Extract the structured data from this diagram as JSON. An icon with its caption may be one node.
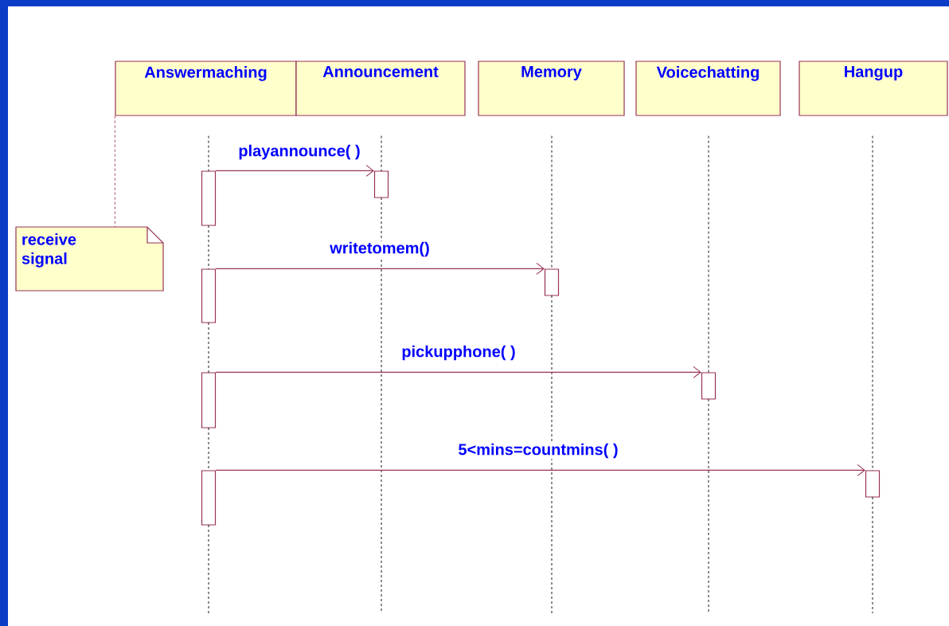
{
  "diagram": {
    "nodes": [
      {
        "text": [
          "Answermaching"
        ]
      },
      {
        "text": [
          "Announcement"
        ]
      },
      {
        "text": [
          "Memory"
        ]
      },
      {
        "text": [
          "Voicechatting"
        ]
      },
      {
        "text": [
          "Hangup"
        ]
      },
      {
        "text": [
          "receive signal"
        ]
      },
      {
        "text": [],
        "shape": "bar"
      },
      {
        "text": [],
        "shape": "bar"
      },
      {
        "text": [],
        "shape": "bar"
      },
      {
        "text": [],
        "shape": "bar"
      },
      {
        "text": [],
        "shape": "bar"
      },
      {
        "text": [],
        "shape": "bar"
      },
      {
        "text": [],
        "shape": "bar"
      },
      {
        "text": [],
        "shape": "bar"
      }
    ],
    "edges": [
      {
        "from": 0,
        "to": null,
        "arrow": "none",
        "style": "dashed",
        "color": "#000000"
      },
      {
        "from": 1,
        "to": null,
        "arrow": "none",
        "style": "dashed",
        "color": "#000000"
      },
      {
        "from": 2,
        "to": null,
        "arrow": "none",
        "style": "dashed",
        "color": "#000000"
      },
      {
        "from": 3,
        "to": null,
        "arrow": "none",
        "style": "dashed",
        "color": "#000000"
      },
      {
        "from": 4,
        "to": null,
        "arrow": "none",
        "style": "dashed",
        "color": "#000000"
      },
      {
        "from": 0,
        "to": 5,
        "arrow": "none",
        "style": "dashed",
        "color": "#993355"
      },
      {
        "from": 6,
        "to": 7,
        "arrow": "to",
        "label": "playannounce( )",
        "color": "#993355"
      },
      {
        "from": 8,
        "to": 9,
        "arrow": "to",
        "label": "writetomem()",
        "color": "#993355"
      },
      {
        "from": 10,
        "to": 11,
        "arrow": "to",
        "label": "pickupphone( )",
        "color": "#993355"
      },
      {
        "from": 12,
        "to": 13,
        "arrow": "to",
        "label": "5<mins=countmins( )",
        "color": "#993355"
      }
    ]
  }
}
